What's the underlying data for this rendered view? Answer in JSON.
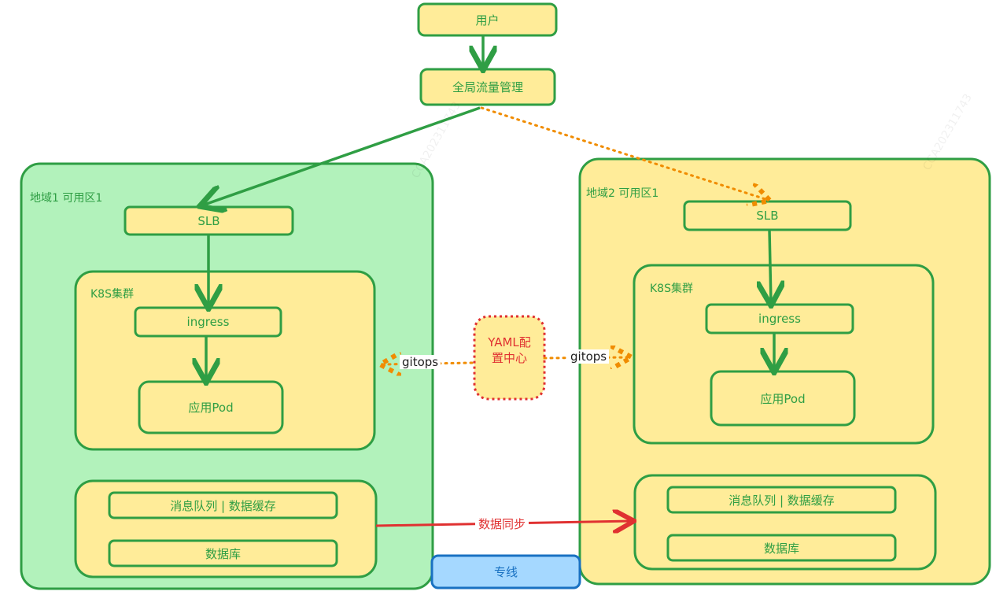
{
  "nodes": {
    "user": "用户",
    "global_traffic": "全局流量管理",
    "yaml_center_line1": "YAML配",
    "yaml_center_line2": "置中心",
    "dedicated_line": "专线"
  },
  "left_region": {
    "label": "地域1 可用区1",
    "slb": "SLB",
    "k8s_label": "K8S集群",
    "ingress": "ingress",
    "pod": "应用Pod",
    "mq_cache": "消息队列 | 数据缓存",
    "db": "数据库"
  },
  "right_region": {
    "label": "地域2 可用区1",
    "slb": "SLB",
    "k8s_label": "K8S集群",
    "ingress": "ingress",
    "pod": "应用Pod",
    "mq_cache": "消息队列 | 数据缓存",
    "db": "数据库"
  },
  "edges": {
    "gitops_left": "gitops",
    "gitops_right": "gitops",
    "data_sync": "数据同步"
  },
  "watermark": "CCA202311743",
  "colors": {
    "green": "#2f9e44",
    "yellow": "#ffec99",
    "light_green": "#b2f2bb",
    "red": "#e03131",
    "orange": "#f08c00",
    "blue_fill": "#a5d8ff",
    "blue": "#1971c2"
  }
}
